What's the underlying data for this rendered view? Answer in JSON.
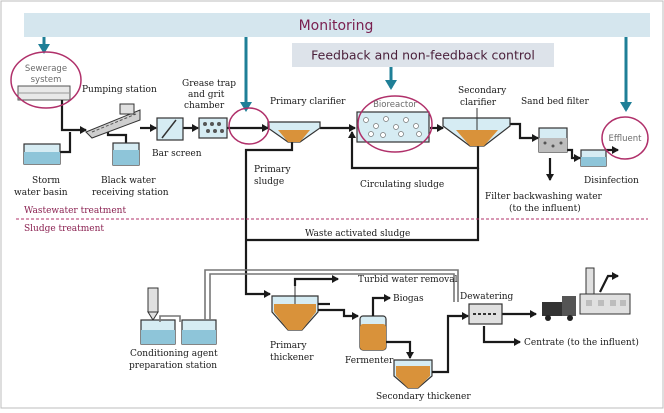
{
  "header": {
    "monitoring": "Monitoring",
    "feedback": "Feedback and non-feedback control"
  },
  "sections": {
    "wastewater": "Wastewater treatment",
    "sludge": "Sludge treatment"
  },
  "labels": {
    "sewerage_1": "Sewerage",
    "sewerage_2": "system",
    "pumping_station": "Pumping station",
    "grease_1": "Grease trap",
    "grease_2": "and grit",
    "grease_3": "chamber",
    "primary_clarifier": "Primary clarifier",
    "bioreactor": "Bioreactor",
    "secondary_clarifier_1": "Secondary",
    "secondary_clarifier_2": "clarifier",
    "sand_bed_filter": "Sand bed filter",
    "effluent": "Effluent",
    "storm_1": "Storm",
    "storm_2": "water basin",
    "black_water_1": "Black water",
    "black_water_2": "receiving station",
    "bar_screen": "Bar screen",
    "primary_sludge_1": "Primary",
    "primary_sludge_2": "sludge",
    "circulating_sludge": "Circulating sludge",
    "disinfection": "Disinfection",
    "filter_backwash_1": "Filter backwashing water",
    "filter_backwash_2": "(to the influent)",
    "waste_activated_sludge": "Waste activated sludge",
    "turbid_water": "Turbid water removal",
    "biogas": "Biogas",
    "dewatering": "Dewatering",
    "conditioning_1": "Conditioning agent",
    "conditioning_2": "preparation station",
    "primary_thickener_1": "Primary",
    "primary_thickener_2": "thickener",
    "fermenter": "Fermenter",
    "centrate": "Centrate (to the influent)",
    "secondary_thickener": "Secondary thickener"
  },
  "colors": {
    "header_band": "#d5e6ee",
    "feedback_band": "#dde3ea",
    "monitor_arrow": "#1f7f97",
    "highlight_circle": "#b0306a",
    "sludge": "#d9923a",
    "pipe": "#1a1a1a",
    "section_line": "#b0306a"
  }
}
